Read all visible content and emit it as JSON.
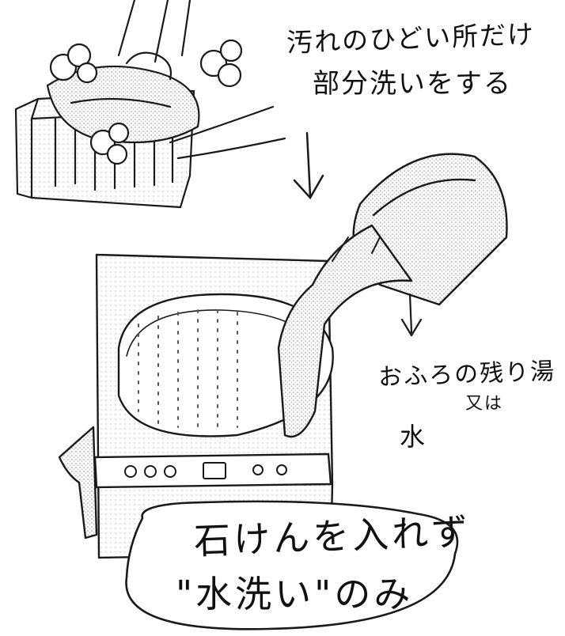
{
  "notes": {
    "top_line1": "汚れのひどい所だけ",
    "top_line2": "部分洗いをする",
    "water_line1": "おふろの残り湯",
    "water_line2": "又は",
    "water_line3": "水",
    "bottom_line1": "石けんを入れず",
    "bottom_line2": "\"水洗い\"のみ"
  },
  "colors": {
    "ink": "#1a1a1a",
    "shade": "#9a9a9a",
    "paper": "#ffffff"
  }
}
